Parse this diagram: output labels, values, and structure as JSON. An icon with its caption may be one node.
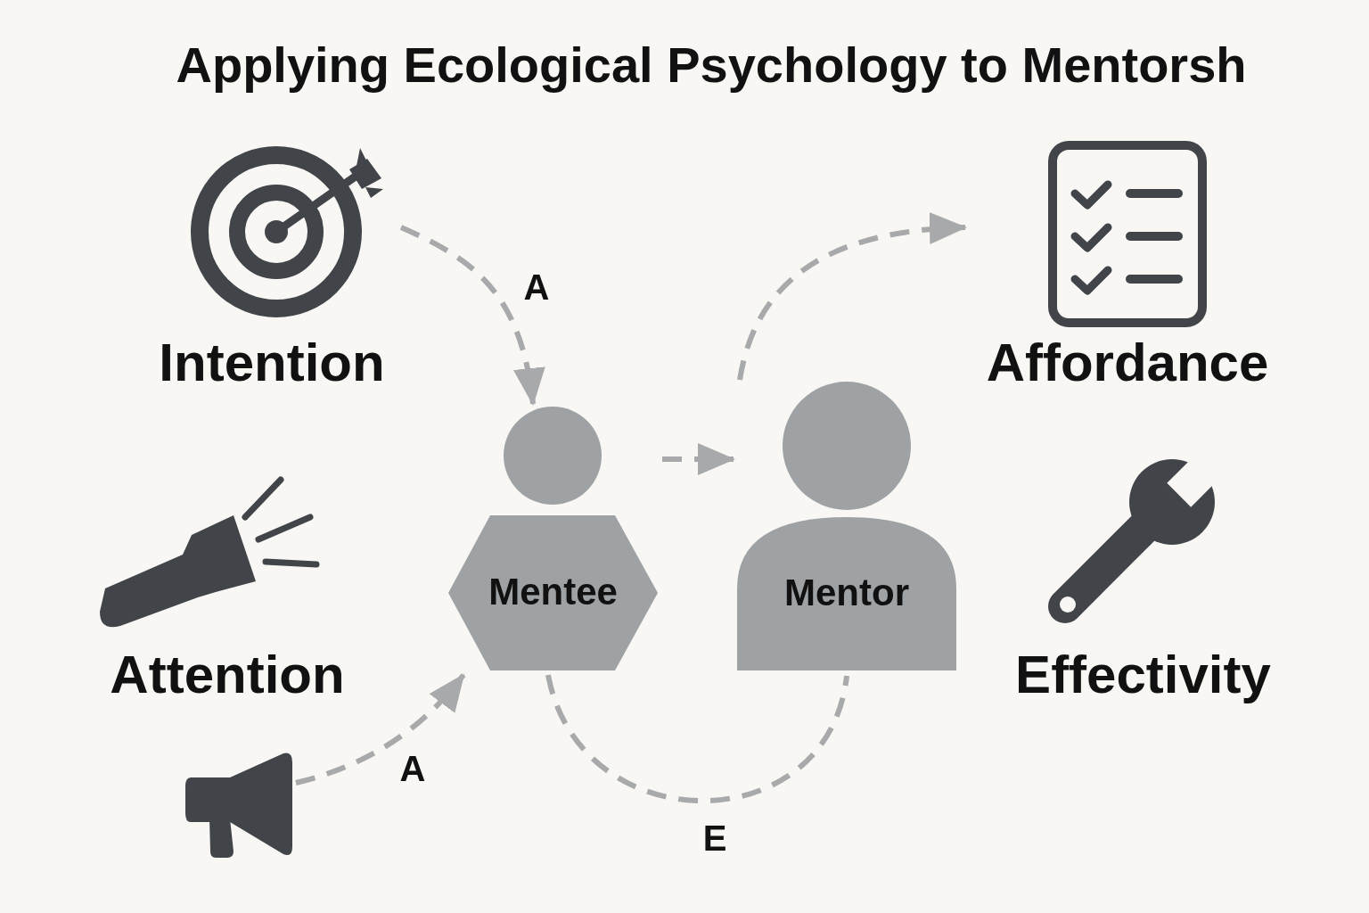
{
  "diagram": {
    "title": "Applying Ecological Psychology to Mentorsh",
    "nodes": [
      {
        "text": [
          "Intention"
        ]
      },
      {
        "text": [
          "Attention"
        ]
      },
      {
        "text": [
          "Mentee"
        ]
      },
      {
        "text": [
          "Mentor"
        ]
      },
      {
        "text": [
          "Affordance"
        ]
      },
      {
        "text": [
          "Effectivity"
        ]
      },
      {
        "text": [],
        "shape": "picture"
      }
    ],
    "edges": [
      {
        "from": 0,
        "to": 2,
        "arrow": "to",
        "label": "A",
        "style": "dashed"
      },
      {
        "from": 6,
        "to": 2,
        "arrow": "to",
        "label": "A",
        "style": "dashed"
      },
      {
        "from": 2,
        "to": 3,
        "arrow": "to",
        "style": "dashed"
      },
      {
        "from": 3,
        "to": 4,
        "arrow": "to",
        "style": "dashed"
      },
      {
        "from": 2,
        "to": 3,
        "arrow": "none",
        "label": "E",
        "style": "dashed"
      }
    ]
  }
}
